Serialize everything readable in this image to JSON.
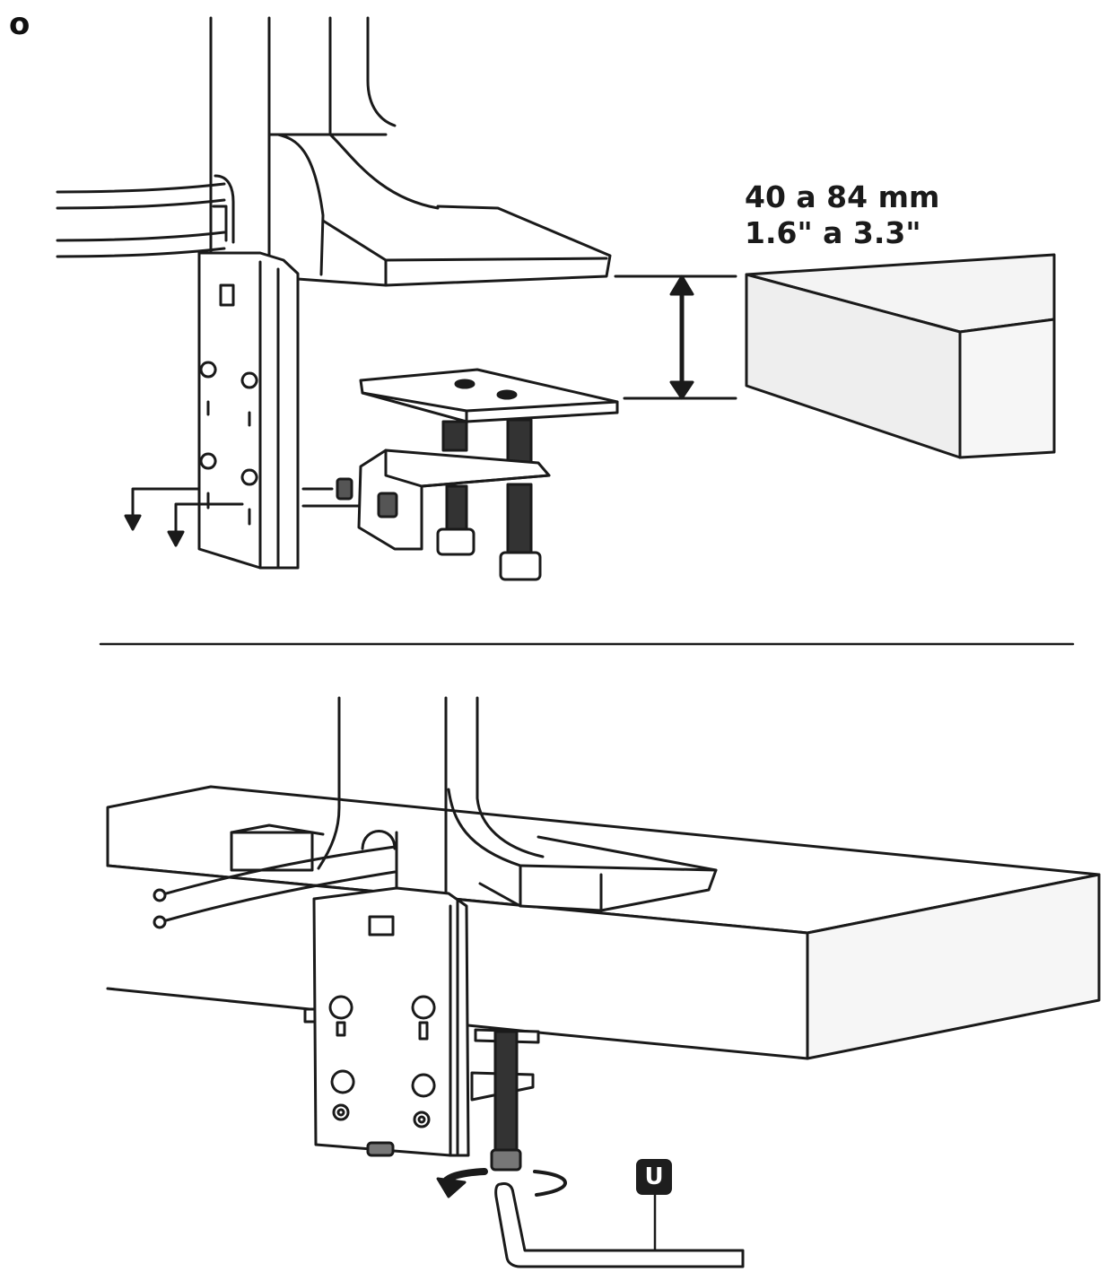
{
  "step": {
    "label": "o"
  },
  "dimension": {
    "metric": "40 a 84 mm",
    "imperial": "1.6\" a 3.3\""
  },
  "tool": {
    "label": "U"
  },
  "colors": {
    "line": "#1a1a1a",
    "fill": "#ffffff",
    "desk_shade": "#eeeeee",
    "hardware": "#555555"
  }
}
